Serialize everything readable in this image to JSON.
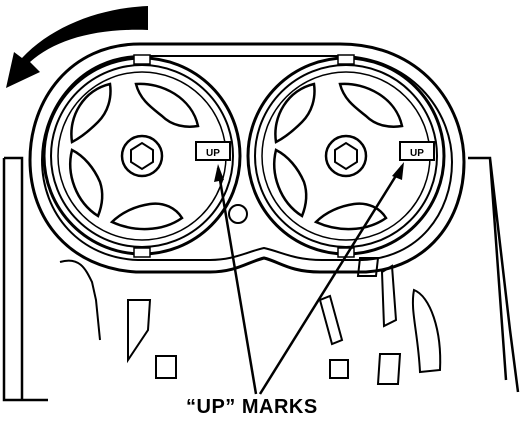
{
  "callout": {
    "label": "“UP” MARKS"
  },
  "pulleys": [
    {
      "id": "left",
      "mark_text": "UP"
    },
    {
      "id": "right",
      "mark_text": "UP"
    }
  ],
  "icons": {
    "rotation": "rotation-arrow-icon"
  },
  "colors": {
    "ink": "#000000",
    "paper": "#ffffff"
  }
}
